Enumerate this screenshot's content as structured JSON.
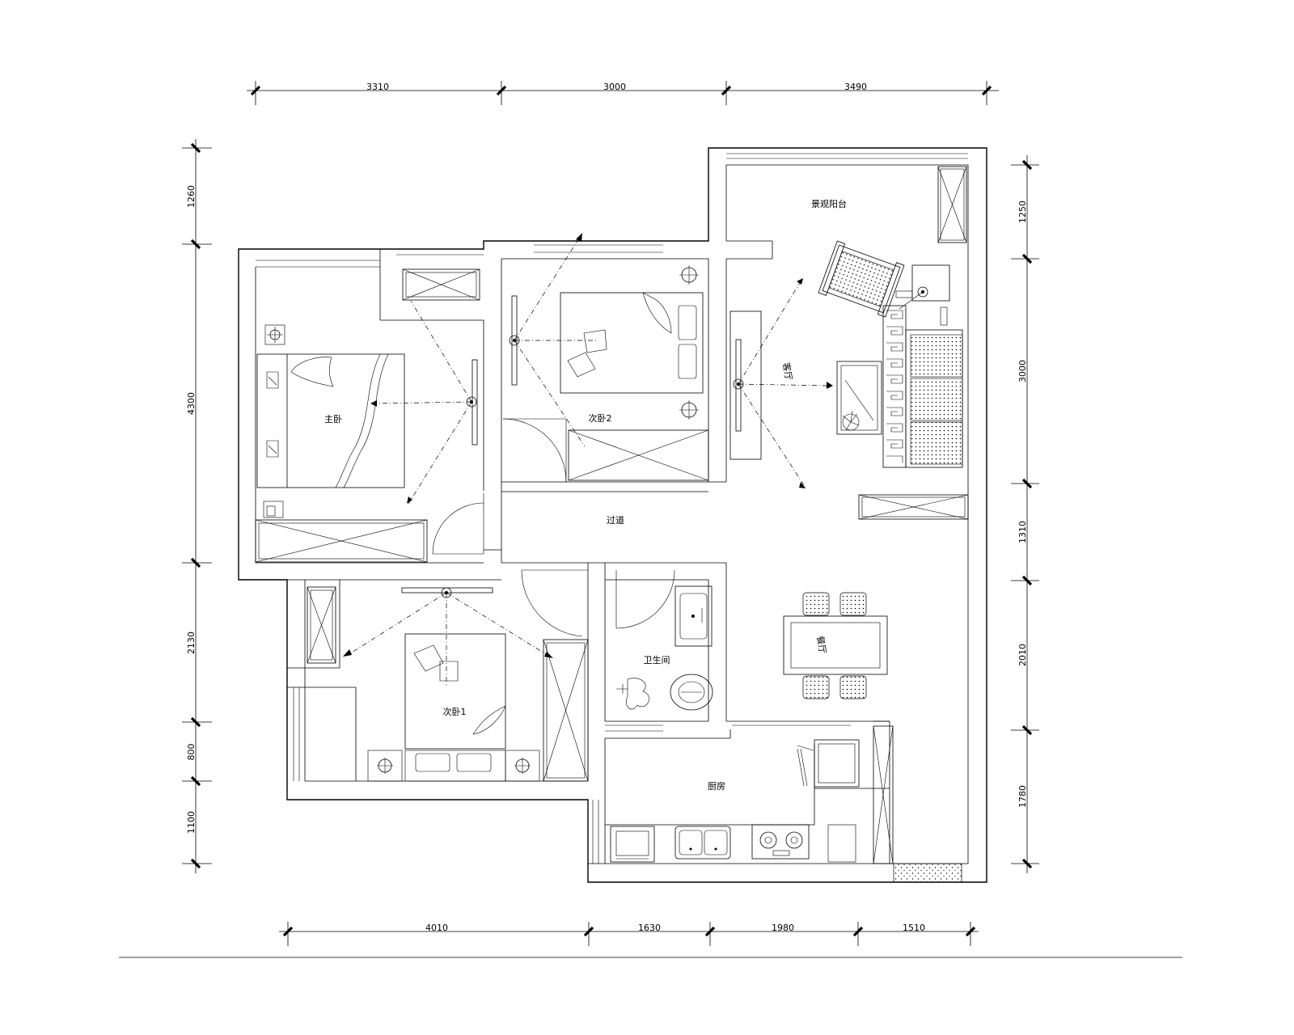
{
  "dimensions": {
    "top": [
      "3310",
      "3000",
      "3490"
    ],
    "bottom": [
      "4010",
      "1630",
      "1980",
      "1510"
    ],
    "left": [
      "1260",
      "4300",
      "2130",
      "800",
      "1100"
    ],
    "right": [
      "1250",
      "3000",
      "1310",
      "2010",
      "1780"
    ]
  },
  "rooms": {
    "balcony": "景观阳台",
    "master_bedroom": "主卧",
    "second_bedroom_2": "次卧2",
    "living_room": "客厅",
    "corridor": "过道",
    "second_bedroom_1": "次卧1",
    "bathroom": "卫生间",
    "dining_room": "餐厅",
    "kitchen": "厨房"
  },
  "icons": [
    "ceiling-light-icon",
    "lamp-icon",
    "bed-icon",
    "pillow-icon",
    "sofa-icon",
    "armchair-icon",
    "plant-icon",
    "sink-icon",
    "stove-icon",
    "toilet-icon",
    "shower-icon",
    "wardrobe-icon",
    "tv-cabinet-icon",
    "dining-chair-icon",
    "refrigerator-icon",
    "door-swing-icon"
  ]
}
